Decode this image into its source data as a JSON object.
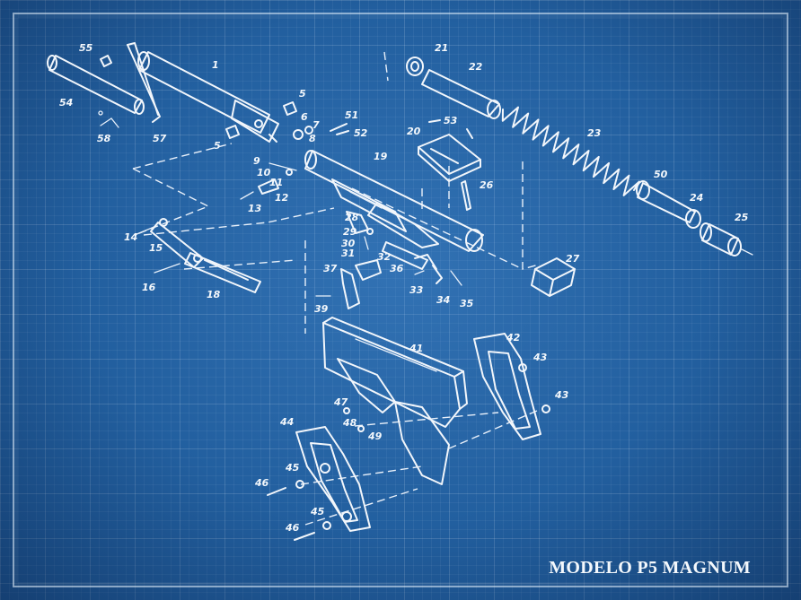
{
  "title": "MODELO P5 MAGNUM",
  "colors": {
    "background": "#225f9f",
    "lines": "#f2f6fb"
  },
  "part_labels": [
    "1",
    "5",
    "5",
    "6",
    "7",
    "8",
    "9",
    "10",
    "11",
    "12",
    "13",
    "14",
    "15",
    "16",
    "18",
    "19",
    "20",
    "21",
    "22",
    "23",
    "24",
    "25",
    "26",
    "27",
    "28",
    "29",
    "30",
    "31",
    "32",
    "33",
    "34",
    "35",
    "36",
    "37",
    "39",
    "41",
    "42",
    "43",
    "43",
    "44",
    "45",
    "45",
    "46",
    "46",
    "47",
    "48",
    "49",
    "50",
    "51",
    "52",
    "53",
    "54",
    "55",
    "57",
    "58"
  ]
}
